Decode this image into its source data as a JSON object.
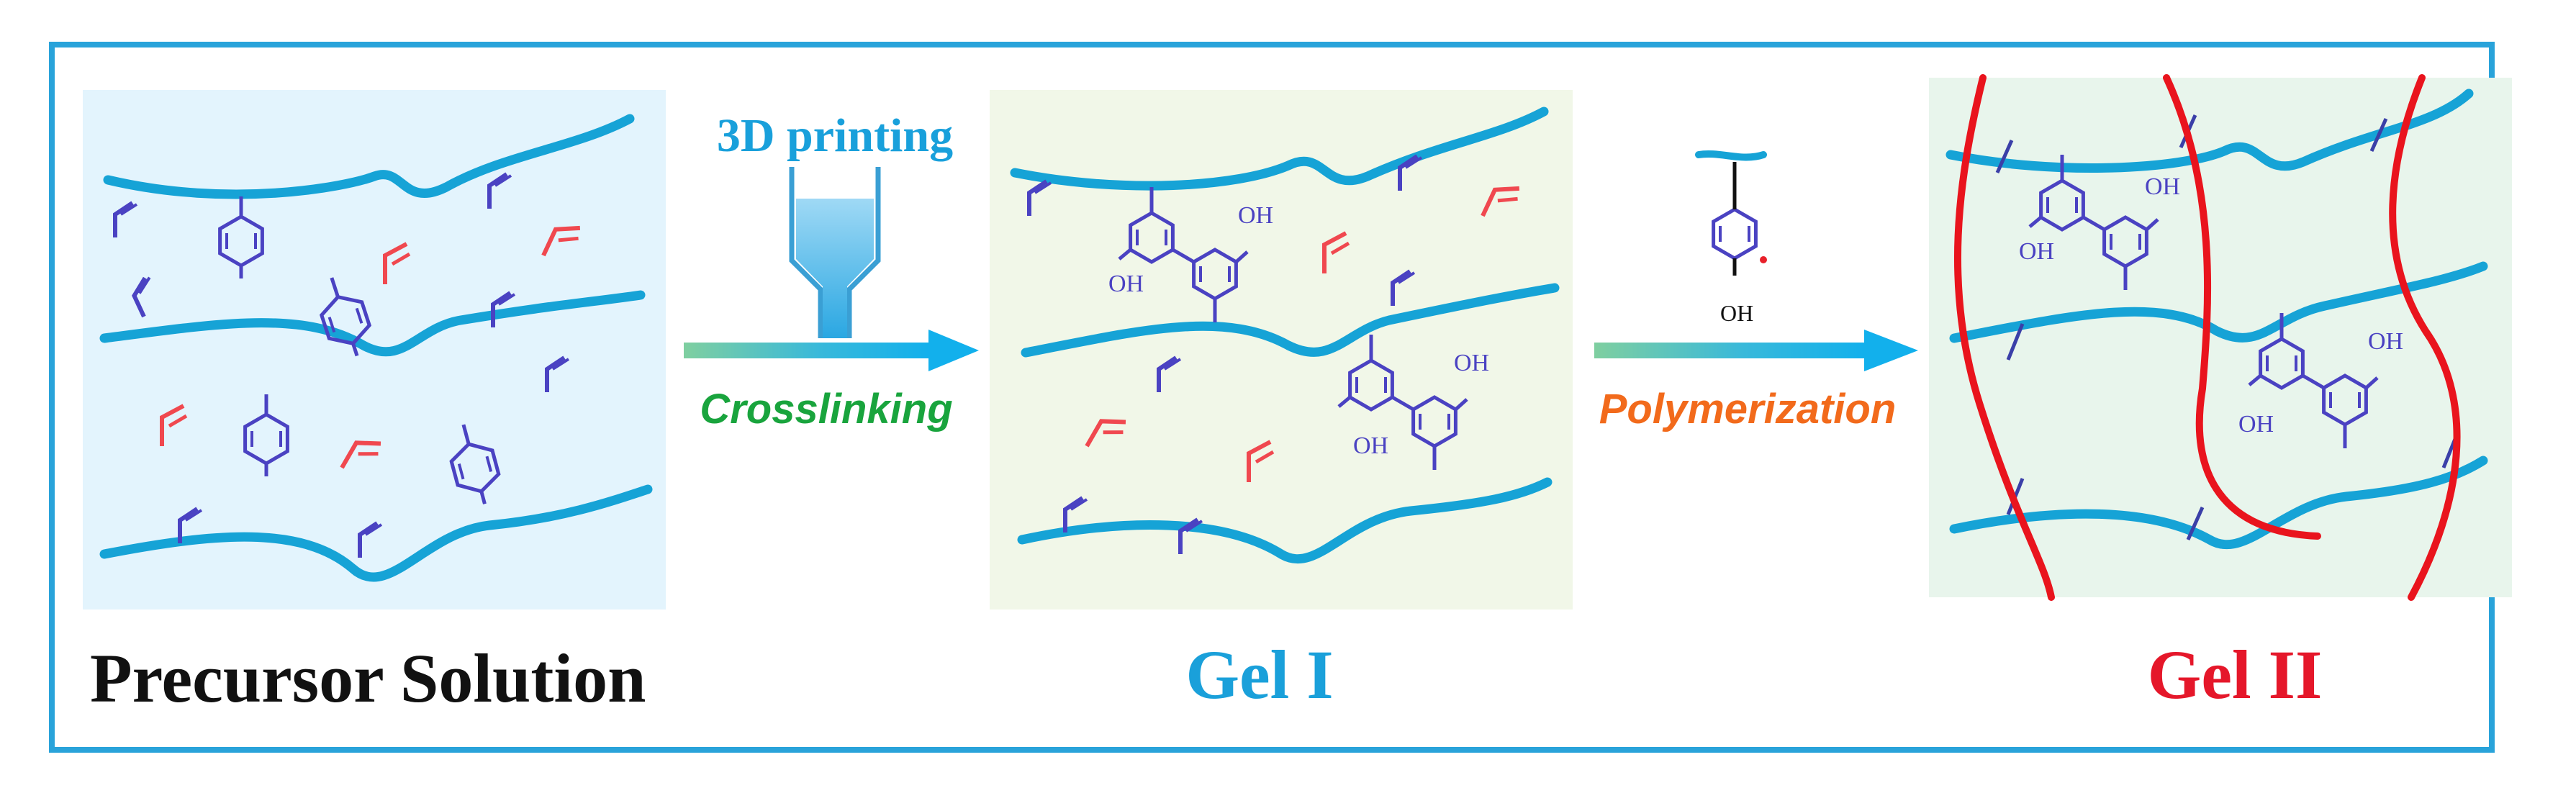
{
  "panels": {
    "precursor": {
      "label": "Precursor Solution",
      "bg": "#E3F4FD"
    },
    "gel1": {
      "label": "Gel I",
      "bg": "#F1F7E8"
    },
    "gel2": {
      "label": "Gel II",
      "bg": "#E8F5EC"
    }
  },
  "steps": {
    "step1": {
      "top_label": "3D printing",
      "bottom_label": "Crosslinking"
    },
    "step2": {
      "bottom_label": "Polymerization"
    }
  },
  "molecule": {
    "hydroxyl_label": "OH"
  },
  "colors": {
    "frame": "#29A3DA",
    "chain": "#16A3D6",
    "molecule": "#4A42C2",
    "monomer_red": "#F0484F",
    "pam_red": "#E9141D",
    "crosslinking_green": "#19A43D",
    "polymerization_orange": "#F26A1B",
    "gel2_label_red": "#E5172A",
    "gel1_label_blue": "#1AA0DA",
    "black_label": "#111111"
  }
}
